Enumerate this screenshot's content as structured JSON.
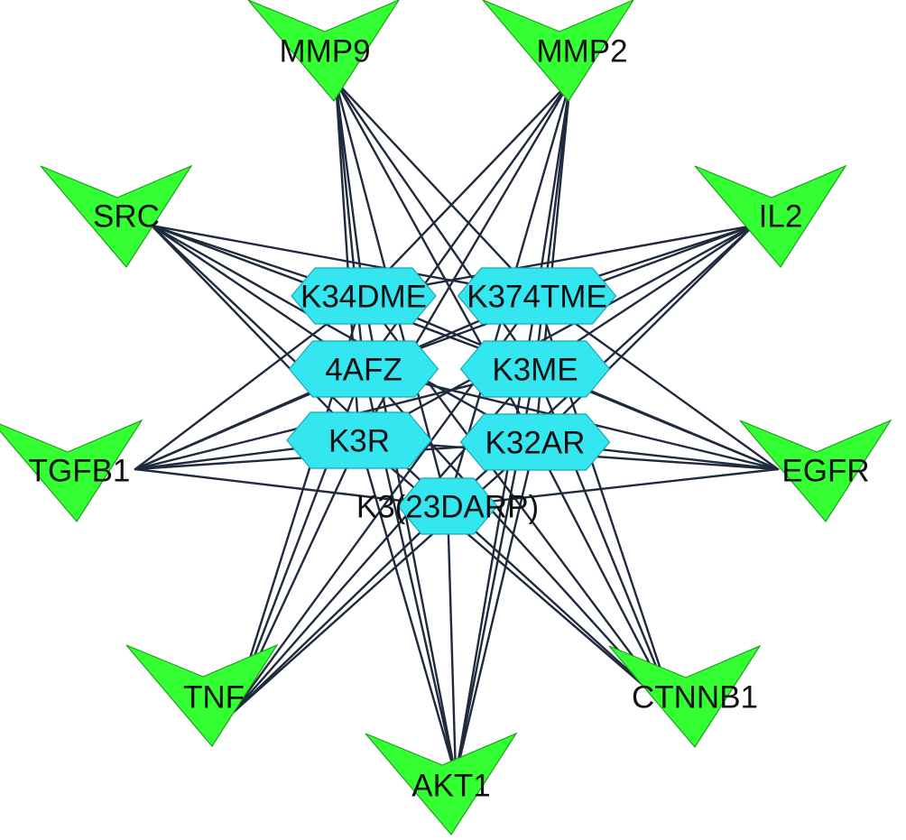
{
  "network": {
    "colors": {
      "target_fill": "#33ff33",
      "compound_fill": "#33e6f0",
      "edge": "#1f2a3d"
    },
    "target_nodes": [
      {
        "id": "MMP9",
        "label": "MMP9",
        "shape": "v-arrowhead"
      },
      {
        "id": "MMP2",
        "label": "MMP2",
        "shape": "v-arrowhead"
      },
      {
        "id": "SRC",
        "label": "SRC",
        "shape": "v-arrowhead"
      },
      {
        "id": "IL2",
        "label": "IL2",
        "shape": "v-arrowhead"
      },
      {
        "id": "TGFB1",
        "label": "TGFB1",
        "shape": "v-arrowhead"
      },
      {
        "id": "EGFR",
        "label": "EGFR",
        "shape": "v-arrowhead"
      },
      {
        "id": "TNF",
        "label": "TNF",
        "shape": "v-arrowhead"
      },
      {
        "id": "CTNNB1",
        "label": "CTNNB1",
        "shape": "v-arrowhead"
      },
      {
        "id": "AKT1",
        "label": "AKT1",
        "shape": "v-arrowhead"
      }
    ],
    "compound_nodes": [
      {
        "id": "K34DME",
        "label": "K34DME",
        "shape": "hexagon"
      },
      {
        "id": "K374TME",
        "label": "K374TME",
        "shape": "hexagon"
      },
      {
        "id": "4AFZ",
        "label": "4AFZ",
        "shape": "hexagon"
      },
      {
        "id": "K3ME",
        "label": "K3ME",
        "shape": "hexagon"
      },
      {
        "id": "K3R",
        "label": "K3R",
        "shape": "hexagon"
      },
      {
        "id": "K32AR",
        "label": "K32AR",
        "shape": "hexagon"
      },
      {
        "id": "K3(23DARP)",
        "label": "K3(23DARP)",
        "shape": "hexagon"
      }
    ]
  }
}
